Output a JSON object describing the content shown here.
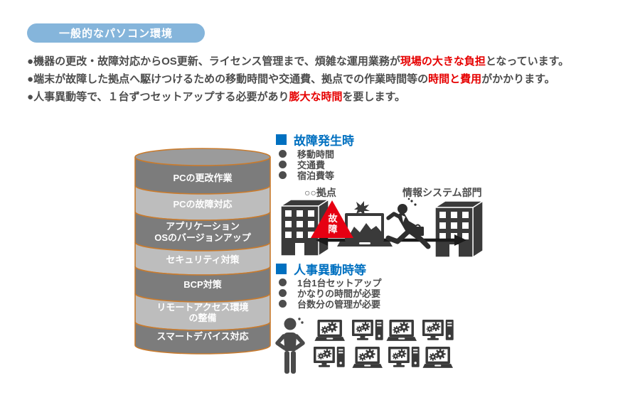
{
  "glyphs": {
    "bullet": "●"
  },
  "colors": {
    "badge_blue": "#85B5DB",
    "accent_blue": "#0070C0",
    "highlight_red": "#E60000",
    "triangle_red": "#E60012",
    "text_gray": "#4D4D4D",
    "cylinder_dark": "#7C7C7C",
    "cylinder_light": "#BDBDBD",
    "cylinder_border": "#C97B2D",
    "icon_dark": "#3A3A3A"
  },
  "header": {
    "badge_label": "一般的なパソコン環境"
  },
  "intro": {
    "lines": [
      {
        "pre": "機器の更改・故障対応からOS更新、ライセンス管理まで、煩雑な運用業務が",
        "highlight": "現場の大きな負担",
        "post": "となっています。"
      },
      {
        "pre": "端末が故障した拠点へ駆けつけるための移動時間や交通費、拠点での作業時間等の",
        "highlight": "時間と費用",
        "post": "がかかります。"
      },
      {
        "pre": "人事異動等で、１台ずつセットアップする必要があり",
        "highlight": "膨大な時間",
        "post": "を要します。"
      }
    ]
  },
  "cylinder": {
    "layers": [
      {
        "line1": "PCの更改作業"
      },
      {
        "line1": "PCの故障対応"
      },
      {
        "line1": "アプリケーション",
        "line2": "OSのバージョンアップ"
      },
      {
        "line1": "セキュリティ対策"
      },
      {
        "line1": "BCP対策"
      },
      {
        "line1": "リモートアクセス環境",
        "line2": "の整備"
      },
      {
        "line1": "スマートデバイス対応"
      }
    ]
  },
  "failure_section": {
    "title": "故障発生時",
    "bullets": [
      "移動時間",
      "交通費",
      "宿泊費等"
    ],
    "site_label": "○○拠点",
    "dept_label": "情報システム部門",
    "triangle_line1": "故",
    "triangle_line2": "障"
  },
  "transfer_section": {
    "title": "人事異動時等",
    "bullets": [
      "1台1台セットアップ",
      "かなりの時間が必要",
      "台数分の管理が必要"
    ]
  }
}
